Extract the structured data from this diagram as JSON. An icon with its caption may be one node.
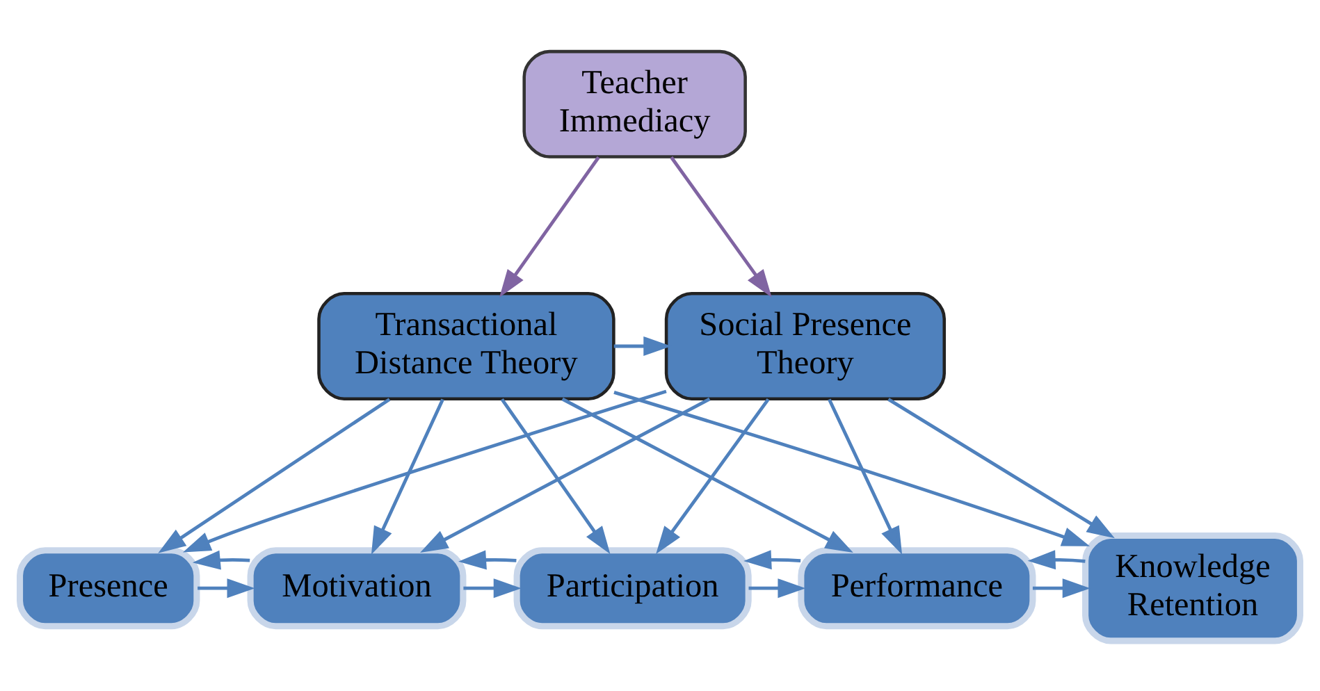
{
  "diagram": {
    "nodes": [
      {
        "text": [
          "Teacher Immediacy"
        ]
      },
      {
        "text": [
          "Transactional Distance Theory"
        ]
      },
      {
        "text": [
          "Social Presence Theory"
        ]
      },
      {
        "text": [
          "Presence"
        ]
      },
      {
        "text": [
          "Motivation"
        ]
      },
      {
        "text": [
          "Participation"
        ]
      },
      {
        "text": [
          "Performance"
        ]
      },
      {
        "text": [
          "Knowledge Retention"
        ]
      }
    ],
    "edges": [
      {
        "from": 0,
        "to": 1,
        "arrow": "to",
        "color": "#8064a2"
      },
      {
        "from": 0,
        "to": 2,
        "arrow": "to",
        "color": "#8064a2"
      },
      {
        "from": 1,
        "to": 2,
        "arrow": "to"
      },
      {
        "from": 1,
        "to": 3,
        "arrow": "to"
      },
      {
        "from": 1,
        "to": 4,
        "arrow": "to"
      },
      {
        "from": 1,
        "to": 5,
        "arrow": "to"
      },
      {
        "from": 1,
        "to": 6,
        "arrow": "to"
      },
      {
        "from": 1,
        "to": 7,
        "arrow": "to"
      },
      {
        "from": 2,
        "to": 3,
        "arrow": "to"
      },
      {
        "from": 2,
        "to": 4,
        "arrow": "to"
      },
      {
        "from": 2,
        "to": 5,
        "arrow": "to"
      },
      {
        "from": 2,
        "to": 6,
        "arrow": "to"
      },
      {
        "from": 2,
        "to": 7,
        "arrow": "to"
      },
      {
        "from": 3,
        "to": 4,
        "arrow": "to"
      },
      {
        "from": 4,
        "to": 3,
        "arrow": "to"
      },
      {
        "from": 4,
        "to": 5,
        "arrow": "to"
      },
      {
        "from": 5,
        "to": 4,
        "arrow": "to"
      },
      {
        "from": 5,
        "to": 6,
        "arrow": "to"
      },
      {
        "from": 6,
        "to": 5,
        "arrow": "to"
      },
      {
        "from": 6,
        "to": 7,
        "arrow": "to"
      },
      {
        "from": 7,
        "to": 6,
        "arrow": "to"
      }
    ]
  }
}
